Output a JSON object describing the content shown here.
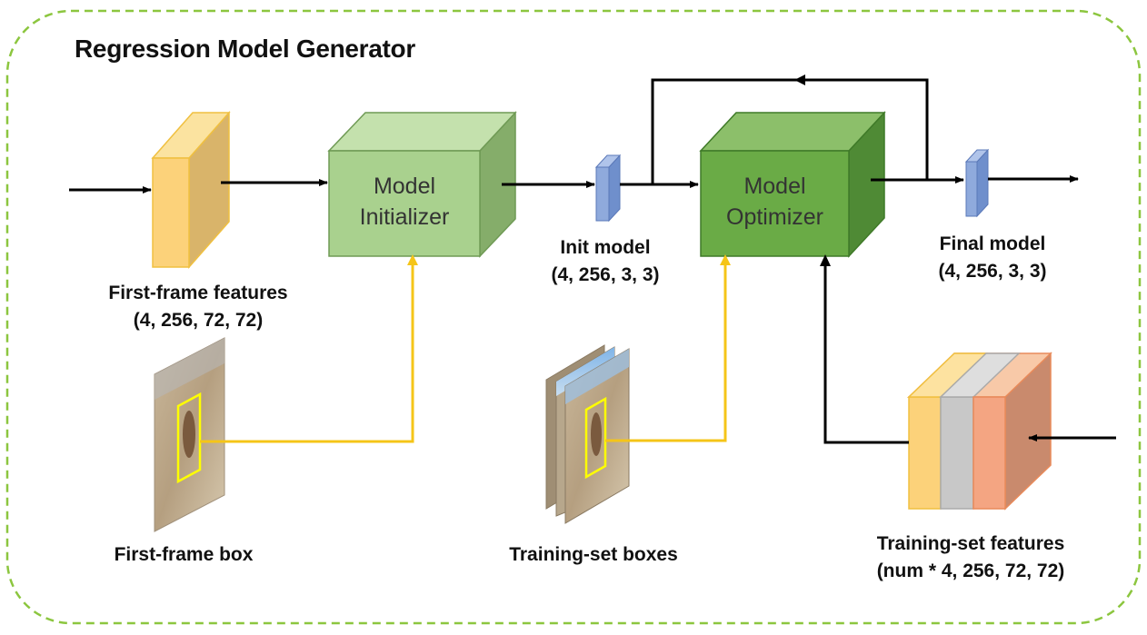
{
  "title": "Regression Model Generator",
  "blocks": {
    "initializer": {
      "line1": "Model",
      "line2": "Initializer"
    },
    "optimizer": {
      "line1": "Model",
      "line2": "Optimizer"
    }
  },
  "labels": {
    "first_frame_features": {
      "name": "First-frame  features",
      "shape": "(4, 256, 72, 72)"
    },
    "init_model": {
      "name": "Init model",
      "shape": "(4, 256, 3, 3)"
    },
    "final_model": {
      "name": "Final model",
      "shape": "(4, 256, 3, 3)"
    },
    "first_frame_box": {
      "name": "First-frame box"
    },
    "training_set_boxes": {
      "name": "Training-set boxes"
    },
    "training_set_features": {
      "name": "Training-set  features",
      "shape": "(num * 4, 256, 72, 72)"
    }
  },
  "colors": {
    "border_dashed": "#8cc63f",
    "feature_yellow": "#fbd27a",
    "feature_gray": "#c8c8c8",
    "feature_orange": "#f4a582",
    "initializer_green": "#a9d18e",
    "optimizer_green": "#70ad47",
    "model_blue": "#8faadc",
    "connector_yellow": "#f5c518",
    "box_yellow": "#ffff00"
  }
}
